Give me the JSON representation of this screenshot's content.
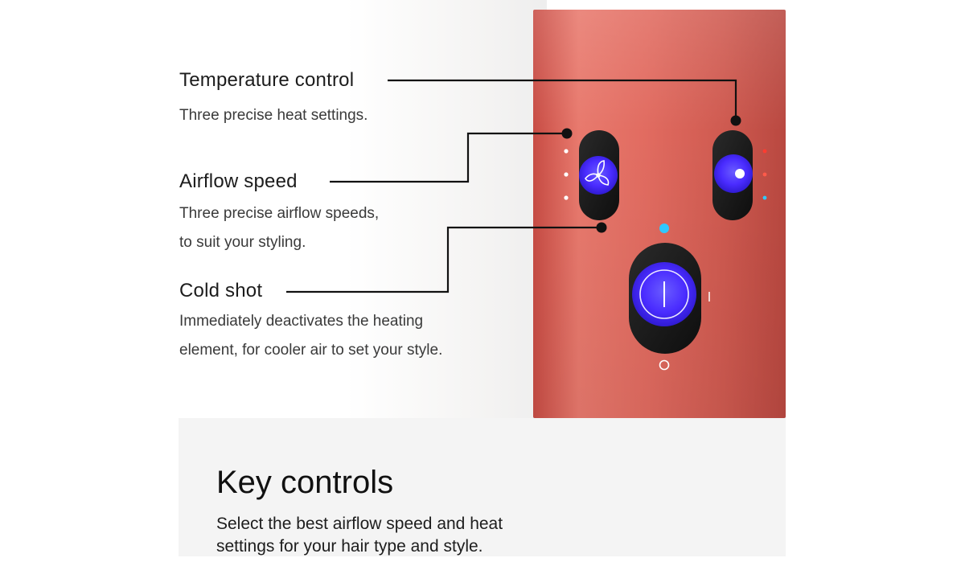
{
  "callouts": {
    "temperature": {
      "title": "Temperature control",
      "lines": [
        "Three precise heat settings."
      ]
    },
    "airflow": {
      "title": "Airflow speed",
      "lines": [
        "Three precise airflow speeds,",
        "to suit your styling."
      ]
    },
    "cold_shot": {
      "title": "Cold shot",
      "lines": [
        "Immediately deactivates the heating",
        "element, for cooler air to set your style."
      ]
    }
  },
  "panel": {
    "title": "Key controls",
    "description": "Select the best airflow speed and heat settings for your hair type and style."
  },
  "colors": {
    "device": "#e16b60",
    "button_glow": "#4a2cff",
    "button_housing": "#1b1b1b",
    "cold_indicator": "#2fc8ff",
    "heat_indicator": "#ff3b30",
    "leader_line": "#111111"
  },
  "icons": {
    "airflow_button": "fan-icon",
    "temperature_button": "heat-dot-icon",
    "cold_shot_button": "power-line-icon"
  }
}
